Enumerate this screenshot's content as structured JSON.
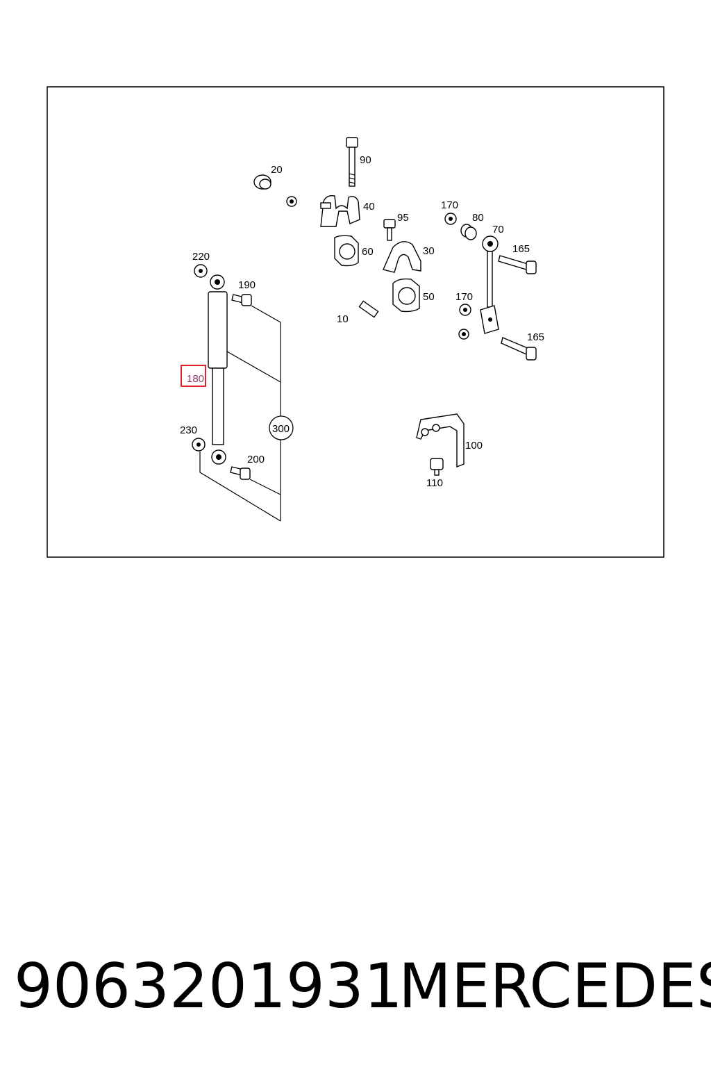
{
  "diagram": {
    "labels": {
      "l10": "10",
      "l20": "20",
      "l30": "30",
      "l40": "40",
      "l50": "50",
      "l60": "60",
      "l70": "70",
      "l80": "80",
      "l90": "90",
      "l95": "95",
      "l100": "100",
      "l110": "110",
      "l165a": "165",
      "l165b": "165",
      "l170a": "170",
      "l170b": "170",
      "l180": "180",
      "l190": "190",
      "l200": "200",
      "l220": "220",
      "l230": "230",
      "l300": "300"
    },
    "highlight_color": "#e0202a"
  },
  "footer": {
    "part_number": "9063201931",
    "brand": "MERCEDES"
  }
}
